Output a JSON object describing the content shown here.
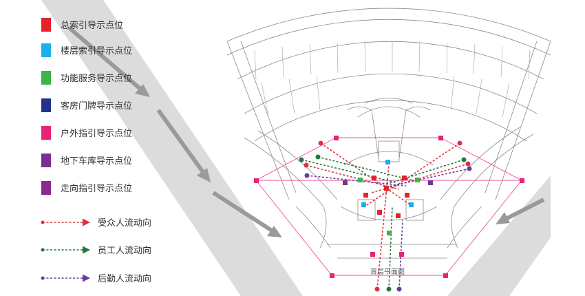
{
  "legend": {
    "markers": [
      {
        "label": "总索引导示点位",
        "color": "#e8202a"
      },
      {
        "label": "楼层索引导示点位",
        "color": "#1ab0ec"
      },
      {
        "label": "功能服务导示点位",
        "color": "#3cb449"
      },
      {
        "label": "客房门牌导示点位",
        "color": "#23338d"
      },
      {
        "label": "户外指引导示点位",
        "color": "#e8237a"
      },
      {
        "label": "地下车库导示点位",
        "color": "#7b2f90"
      },
      {
        "label": "走向指引导示点位",
        "color": "#8a2a8e"
      }
    ],
    "flows": [
      {
        "label": "受众人流动向",
        "color": "#e03040"
      },
      {
        "label": "员工人流动向",
        "color": "#1f7a3a"
      },
      {
        "label": "后勤人流动向",
        "color": "#6a3a9e"
      }
    ]
  },
  "plan": {
    "caption": "首层平面图"
  }
}
